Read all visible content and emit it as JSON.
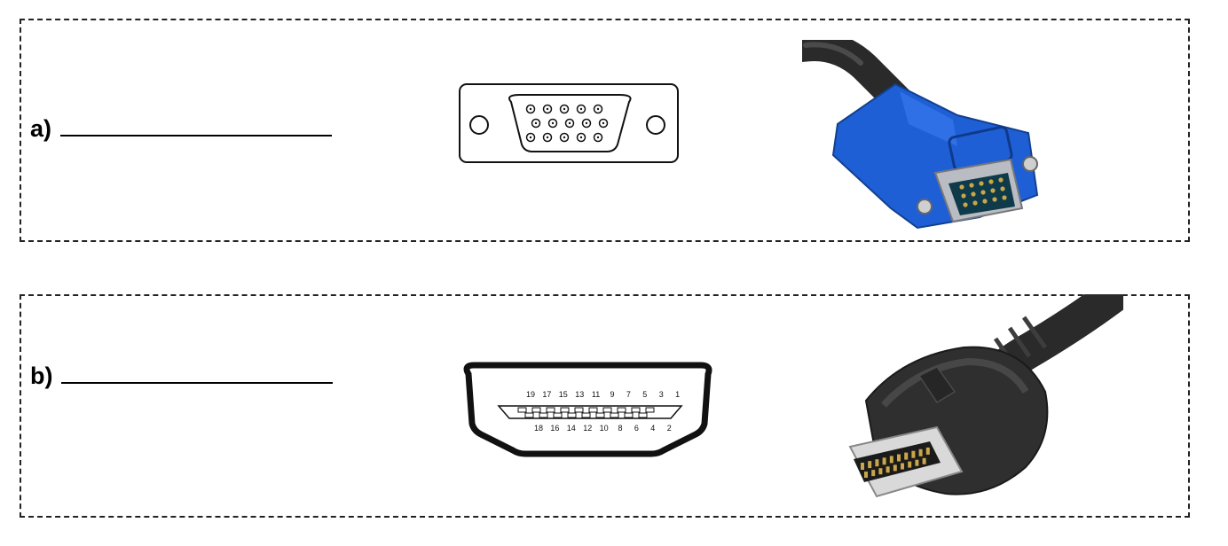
{
  "items": [
    {
      "label": "a)"
    },
    {
      "label": "b)"
    }
  ],
  "hdmi_pins": {
    "top": [
      "19",
      "17",
      "15",
      "13",
      "11",
      "9",
      "7",
      "5",
      "3",
      "1"
    ],
    "bottom": [
      "18",
      "16",
      "14",
      "12",
      "10",
      "8",
      "6",
      "4",
      "2"
    ]
  },
  "colors": {
    "vga_blue": "#1f5fd6",
    "cable_black": "#2a2a2a",
    "border": "#222222"
  }
}
